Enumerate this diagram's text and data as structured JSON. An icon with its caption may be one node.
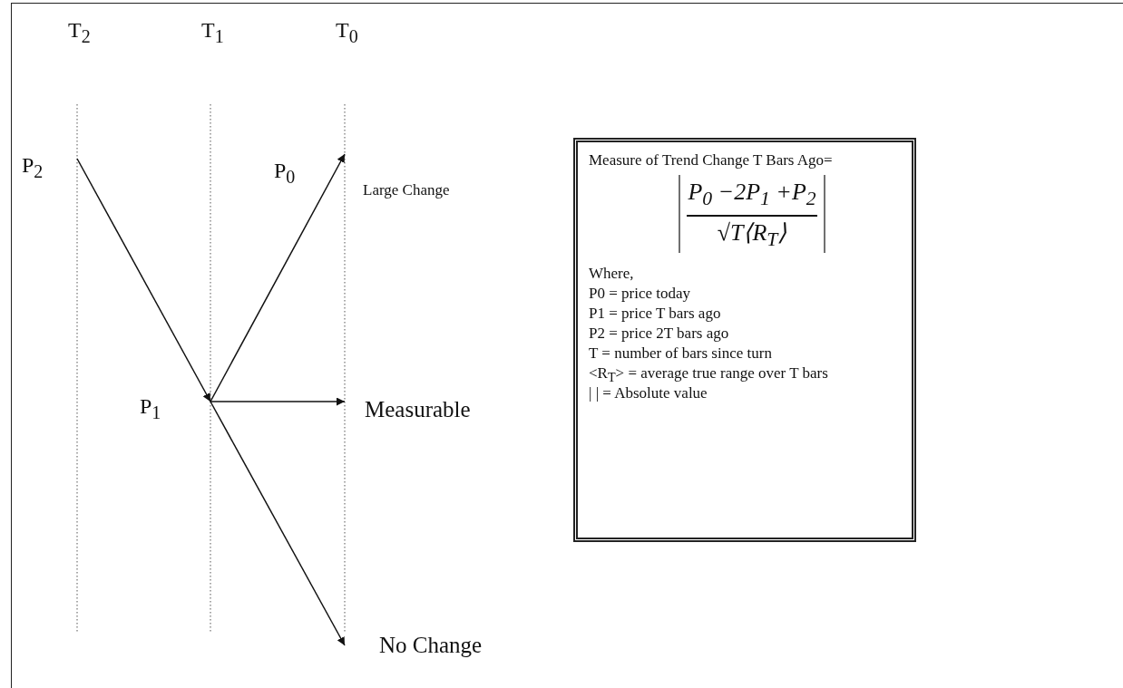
{
  "diagram": {
    "nodes": [
      {
        "text": [
          "P$_{2}$"
        ]
      },
      {
        "text": [
          "P$_{1}$"
        ]
      },
      {
        "text": [
          "Large Change"
        ],
        "beside": [
          "P$_{0}$"
        ]
      },
      {
        "text": [
          "Measurable"
        ]
      },
      {
        "text": [
          "No Change"
        ]
      },
      {
        "text": [
          "Measure of Trend Change T Bars Ago=",
          "P$_{0}$ −2P$_{1}$ +P$_{2}$",
          "√T⟨R$_{T}$⟩",
          "Where,",
          "P0 = price today",
          "P1 = price T bars ago",
          "P2 = price 2T bars ago",
          "T  = number of bars since turn",
          "<R$_{T}$> = average true range over T bars",
          "| | = Absolute value"
        ]
      }
    ],
    "edges": [
      {
        "from": 0,
        "to": 1,
        "arrow": "to"
      },
      {
        "from": 1,
        "to": 2,
        "arrow": "to"
      },
      {
        "from": 1,
        "to": 3,
        "arrow": "to"
      },
      {
        "from": 1,
        "to": 4,
        "arrow": "to"
      }
    ],
    "labels": [
      "T$_{2}$",
      "T$_{1}$",
      "T$_{0}$"
    ]
  }
}
